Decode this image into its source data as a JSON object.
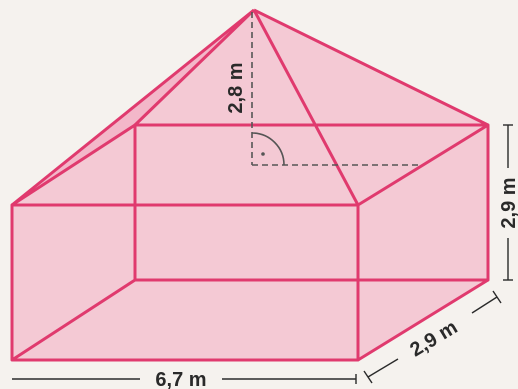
{
  "figure": {
    "shape": "rectangular prism with a pyramid roof",
    "colors": {
      "edge": "#e03a6e",
      "face": "#f2a8c0",
      "hidden_line": "#555555",
      "dimension_line": "#2a2a2a",
      "background": "#f5f2ee"
    },
    "dimensions": {
      "pyramid_height": "2,8 m",
      "box_height": "2,9 m",
      "box_depth": "2,9 m",
      "box_length": "6,7 m"
    },
    "right_angle_marker": true
  }
}
